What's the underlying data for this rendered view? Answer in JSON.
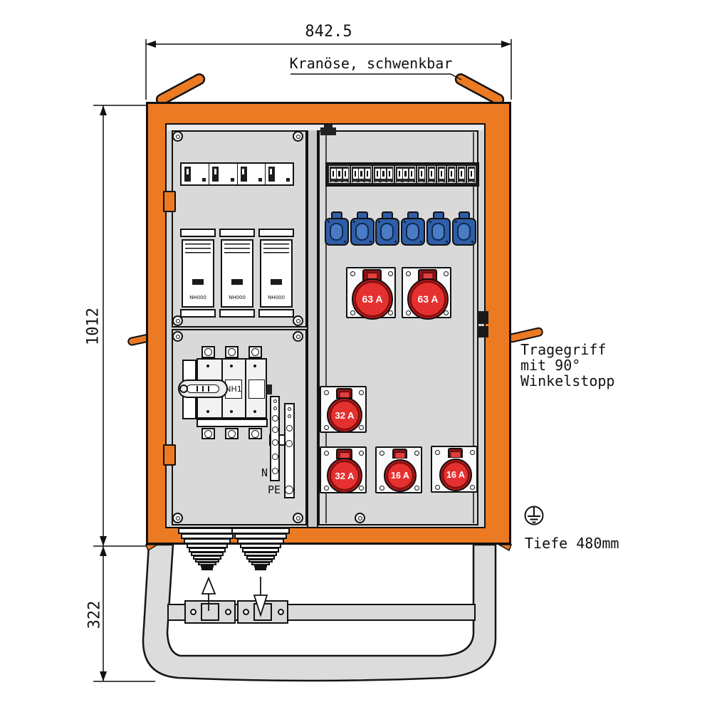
{
  "annotations": {
    "top_width": "842.5",
    "crane": "Kranöse, schwenkbar",
    "height": "1012",
    "base_height": "322",
    "handle_note": [
      "Tragegriff",
      "mit 90°",
      "Winkelstopp"
    ],
    "depth": "Tiefe 480mm"
  },
  "left_panel": {
    "breaker_cells": 4,
    "fuse_holders": [
      "NH000",
      "NH000",
      "NH000"
    ],
    "switch_label": "NH1",
    "terminals": {
      "n": "N",
      "pe": "PE"
    }
  },
  "right_panel": {
    "mcb_row": {
      "triple_groups": 4,
      "singles": 6
    },
    "schuko_count": 6,
    "cee_sockets": [
      {
        "label": "63 A",
        "size": "lg"
      },
      {
        "label": "63 A",
        "size": "lg"
      },
      {
        "label": "32 A",
        "size": "md"
      },
      {
        "label": "32 A",
        "size": "md"
      },
      {
        "label": "16 A",
        "size": "sm"
      },
      {
        "label": "16 A",
        "size": "sm"
      }
    ]
  },
  "base": {
    "cable_glands": 2,
    "clamp_plates": 2
  },
  "colors": {
    "cabinet_orange": "#EC7A23",
    "socket_red": "#E53030",
    "socket_red_dark": "#8F1212",
    "socket_blue": "#2F5EA8",
    "panel_gray": "#D9D9D9",
    "line": "#111111"
  }
}
